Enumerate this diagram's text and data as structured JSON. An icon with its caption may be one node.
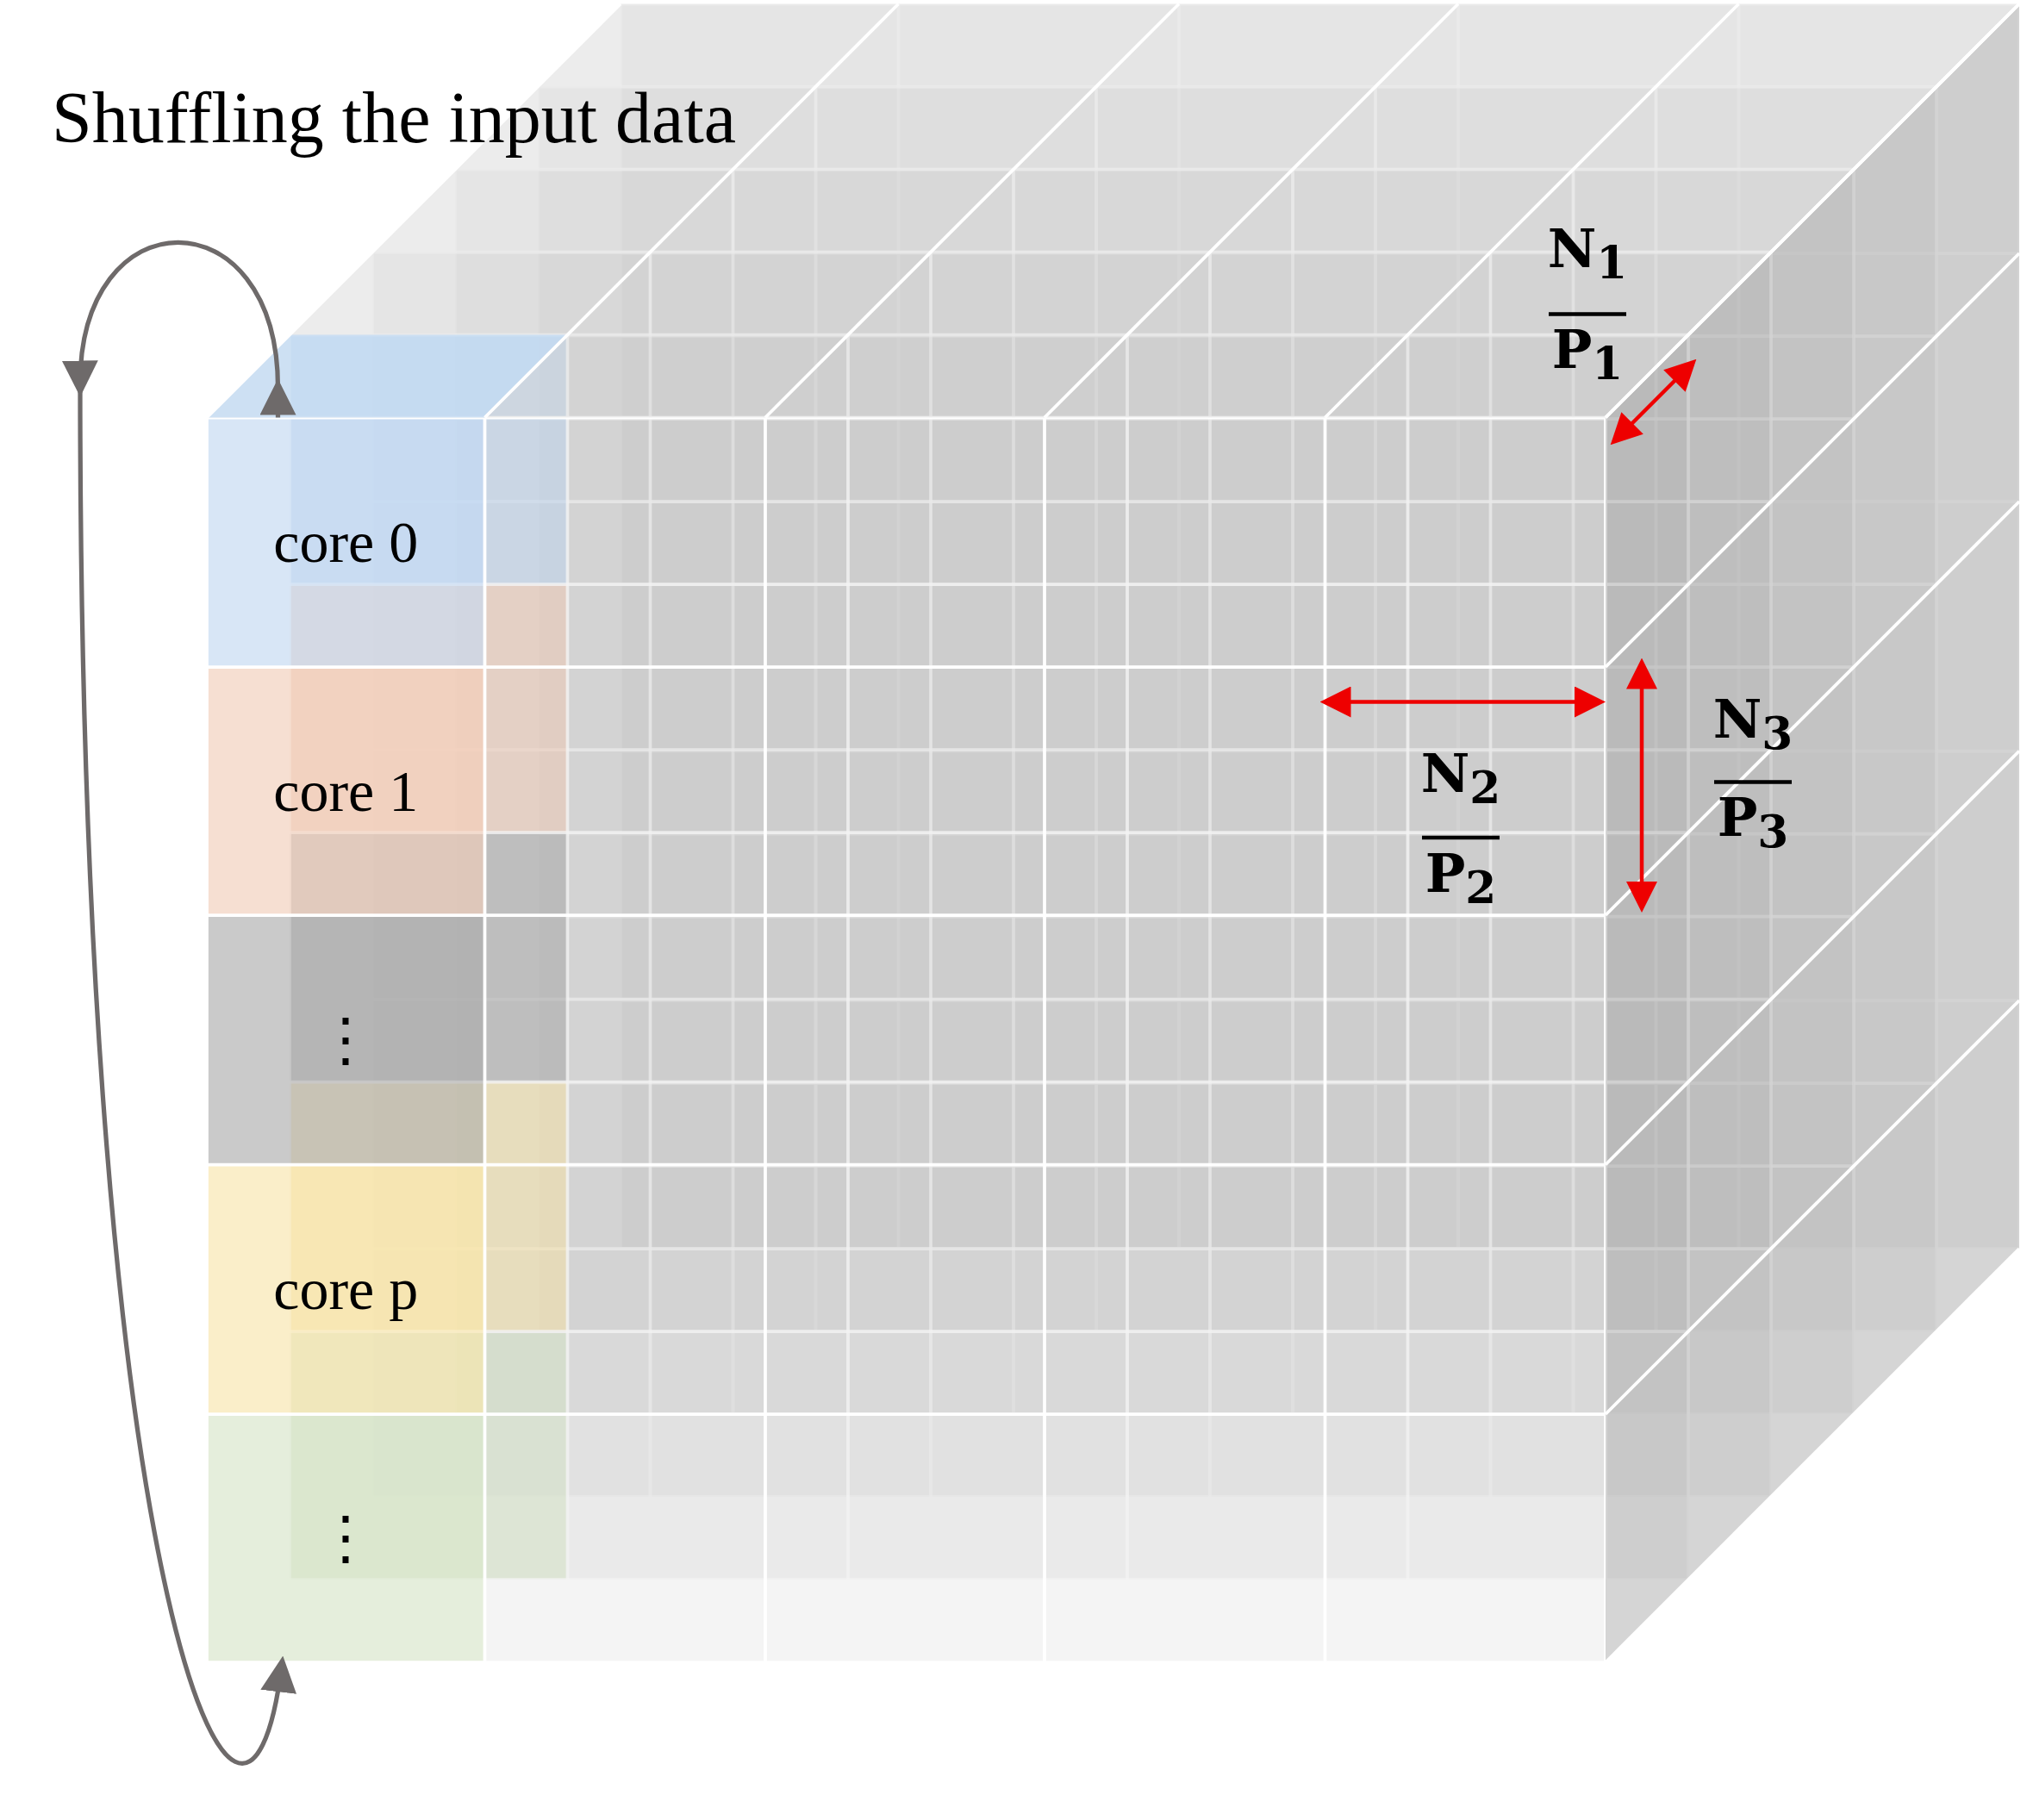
{
  "diagram": {
    "title": "Shuffling the input data",
    "nodes": [
      {
        "text": [
          "core 0"
        ]
      },
      {
        "text": [
          "core 1"
        ]
      },
      {
        "text": [
          "⋮"
        ]
      },
      {
        "text": [
          "core p"
        ]
      },
      {
        "text": [
          "⋮"
        ]
      }
    ],
    "edges": [
      {
        "from": 0,
        "to": 4,
        "arrow": "to",
        "color": "#6e6a6a"
      }
    ],
    "labels": [
      "N$_{1}$",
      "P$_{1}$",
      "N$_{2}$",
      "P$_{2}$",
      "N$_{3}$",
      "P$_{3}$"
    ]
  }
}
